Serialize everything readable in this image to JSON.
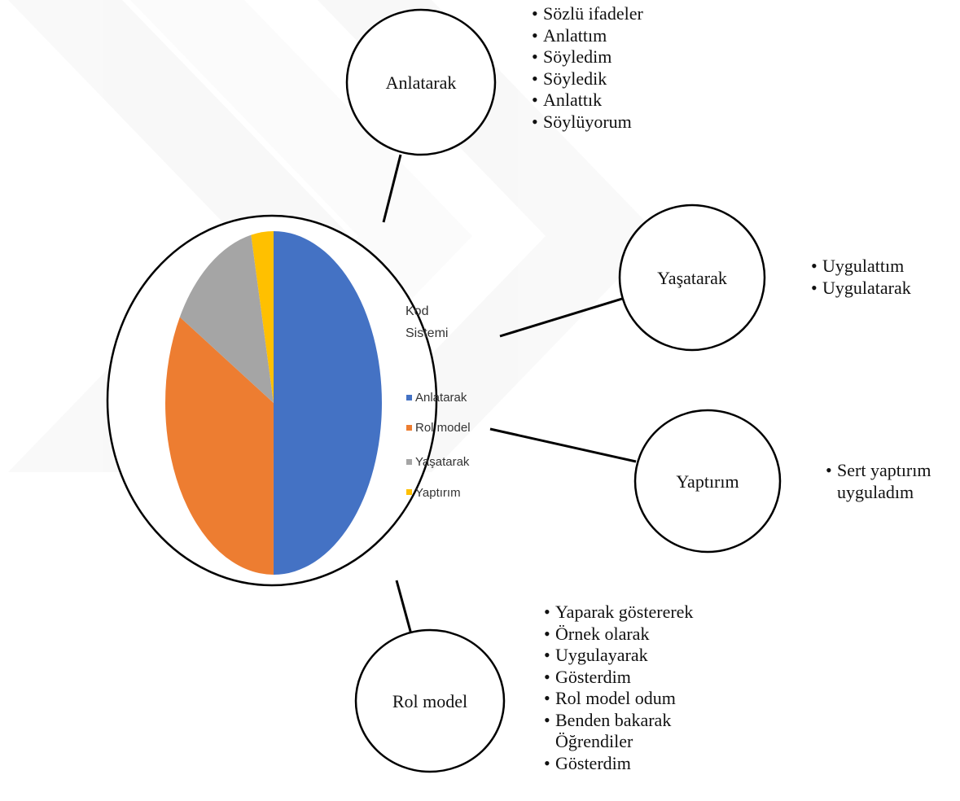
{
  "pie": {
    "legend_title": [
      "Kod",
      "Sistemi"
    ],
    "slices": [
      {
        "label": "Anlatarak",
        "color": "#4472C4",
        "share": 0.5
      },
      {
        "label": "Rol model",
        "color": "#ED7D31",
        "share": 0.3333
      },
      {
        "label": "Yaşatarak",
        "color": "#A5A5A5",
        "share": 0.1333
      },
      {
        "label": "Yaptırım",
        "color": "#FFC000",
        "share": 0.0333
      }
    ]
  },
  "nodes": {
    "anlatarak": {
      "label": "Anlatarak",
      "items": [
        "Sözlü ifadeler",
        "Anlattım",
        "Söyledim",
        "Söyledik",
        "Anlattık",
        "Söylüyorum"
      ]
    },
    "yasatarak": {
      "label": "Yaşatarak",
      "items": [
        "Uygulattım",
        "Uygulatarak"
      ]
    },
    "yaptirim": {
      "label": "Yaptırım",
      "items": [
        [
          "Sert yaptırım",
          "uyguladım"
        ]
      ]
    },
    "rolmodel": {
      "label": "Rol model",
      "items": [
        "Yaparak göstererek",
        "Örnek olarak",
        "Uygulayarak",
        "Gösterdim",
        "Rol model odum",
        [
          "Benden bakarak",
          "Öğrendiler"
        ],
        "Gösterdim"
      ]
    }
  }
}
